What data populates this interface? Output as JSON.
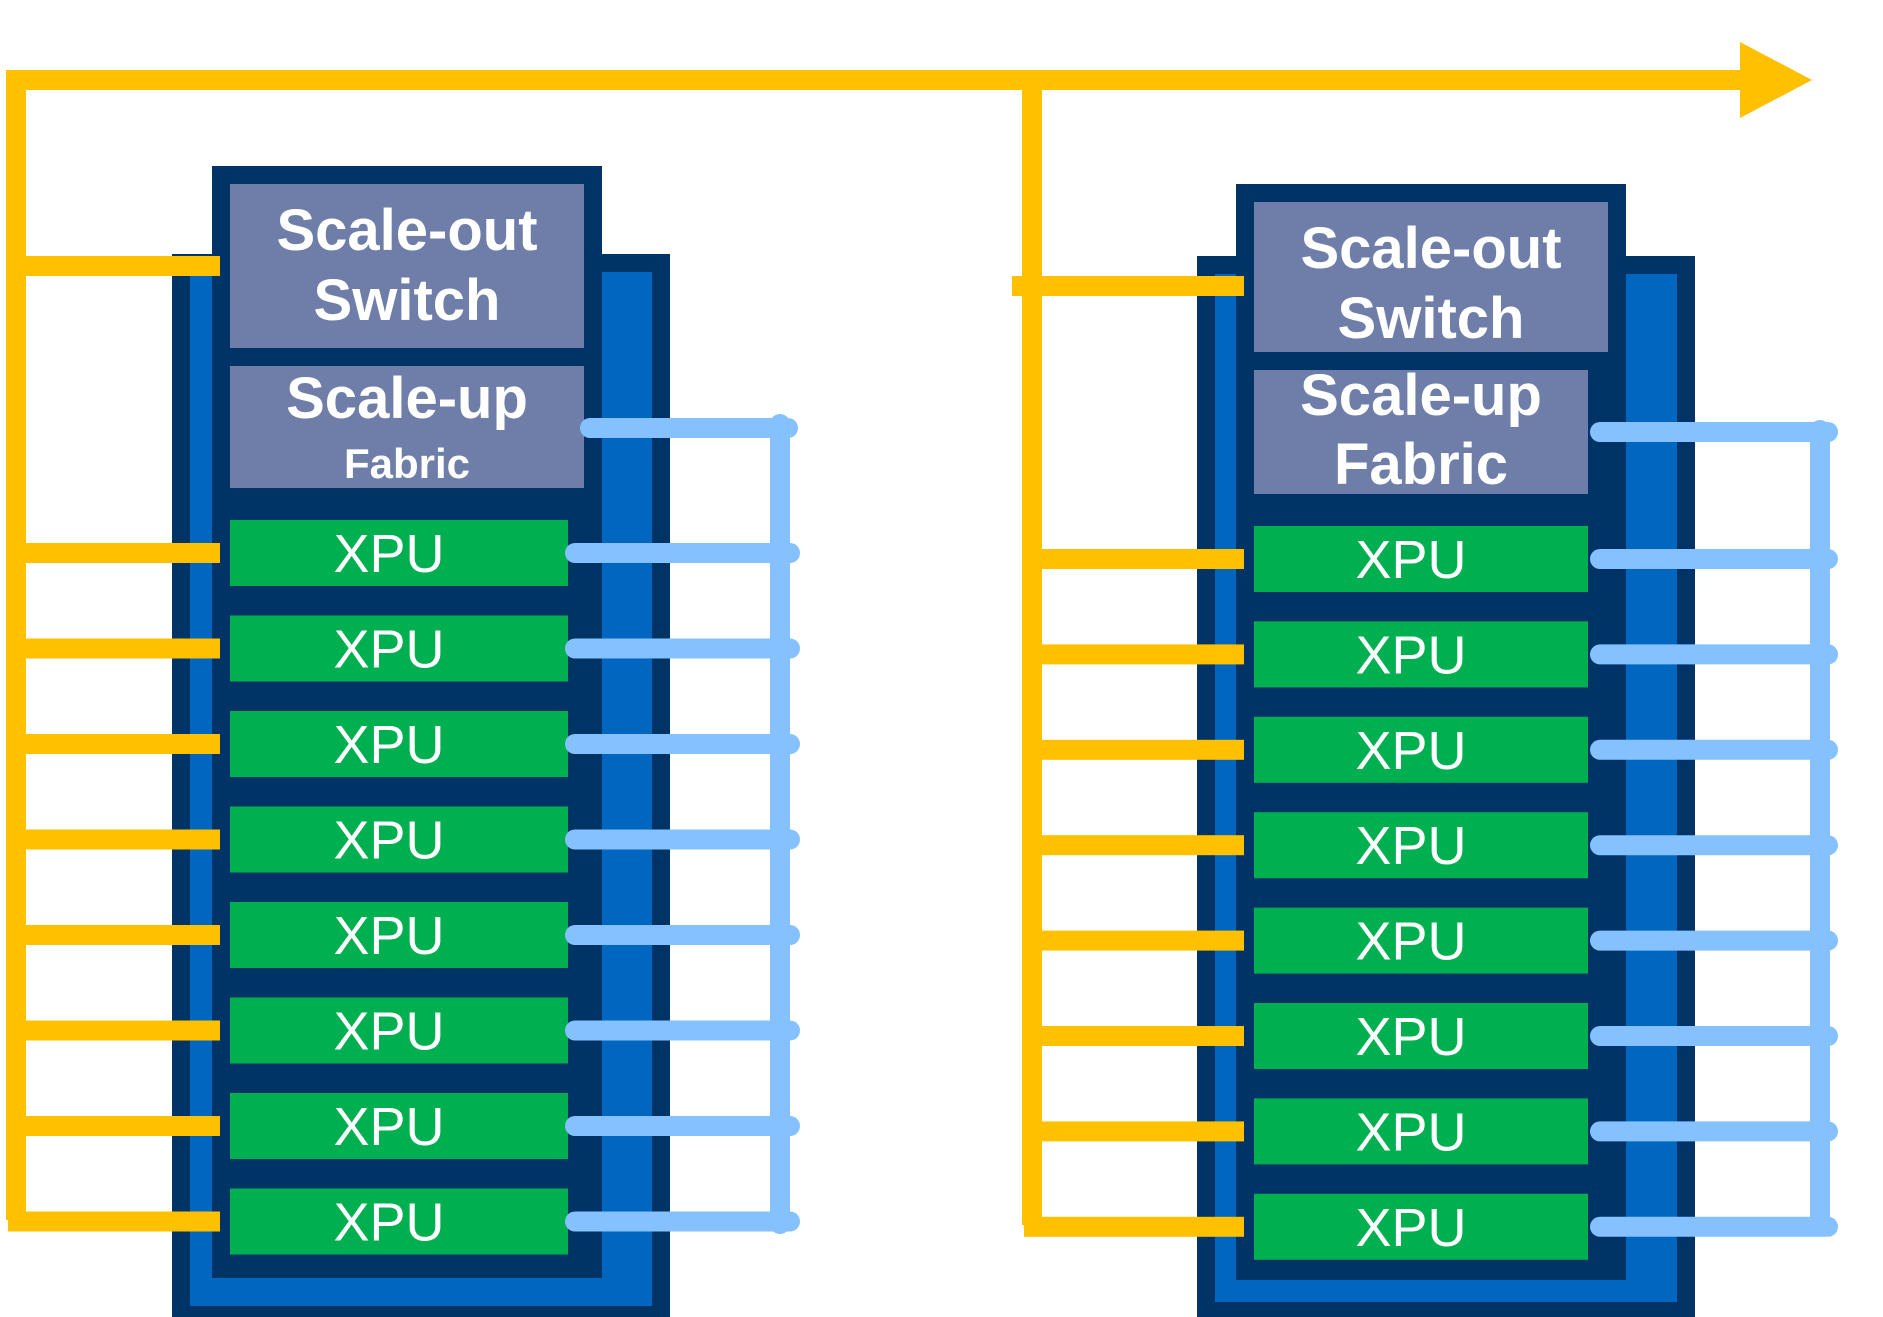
{
  "colors": {
    "background": "#ffffff",
    "scale_out_link": "#FFC000",
    "scale_up_link": "#85C1FF",
    "rack_outer": "#003366",
    "rack_inner": "#0066C0",
    "switch_box": "#6E7EA8",
    "xpu_box": "#00B050",
    "text": "#ffffff"
  },
  "racks": [
    {
      "scale_out": {
        "line1": "Scale-out",
        "line2": "Switch"
      },
      "scale_up": {
        "line1": "Scale-up",
        "line2": "Fabric"
      },
      "xpus": [
        "XPU",
        "XPU",
        "XPU",
        "XPU",
        "XPU",
        "XPU",
        "XPU",
        "XPU"
      ]
    },
    {
      "scale_out": {
        "line1": "Scale-out",
        "line2": "Switch"
      },
      "scale_up": {
        "line1": "Scale-up",
        "line2": "Fabric"
      },
      "xpus": [
        "XPU",
        "XPU",
        "XPU",
        "XPU",
        "XPU",
        "XPU",
        "XPU",
        "XPU"
      ]
    }
  ]
}
